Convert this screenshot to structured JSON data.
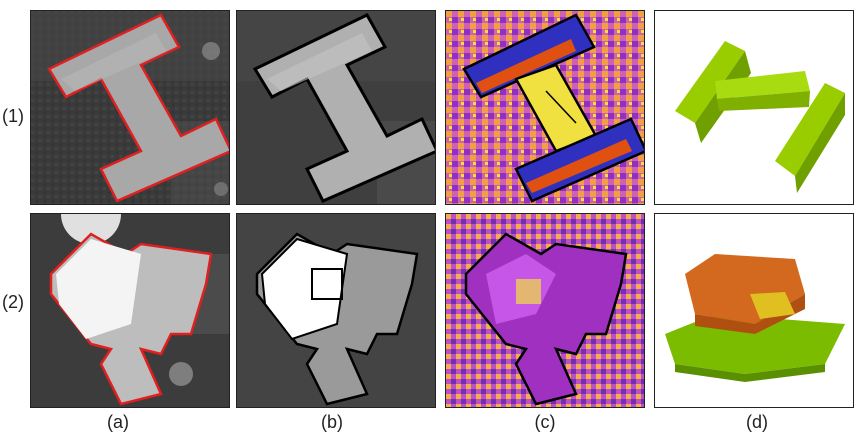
{
  "row_labels": [
    "(1)",
    "(2)"
  ],
  "column_labels": [
    "(a)",
    "(b)",
    "(c)",
    "(d)"
  ],
  "colors": {
    "outline_red": "#e02020",
    "outline_black": "#000000",
    "building_green": "#9acd00",
    "roof_orange": "#d2691e",
    "roof_yellow": "#e0c020",
    "ground_green": "#7cbc00",
    "phase_magenta": "#c040c0",
    "phase_yellow": "#f0e040",
    "phase_blue": "#3030c0"
  }
}
